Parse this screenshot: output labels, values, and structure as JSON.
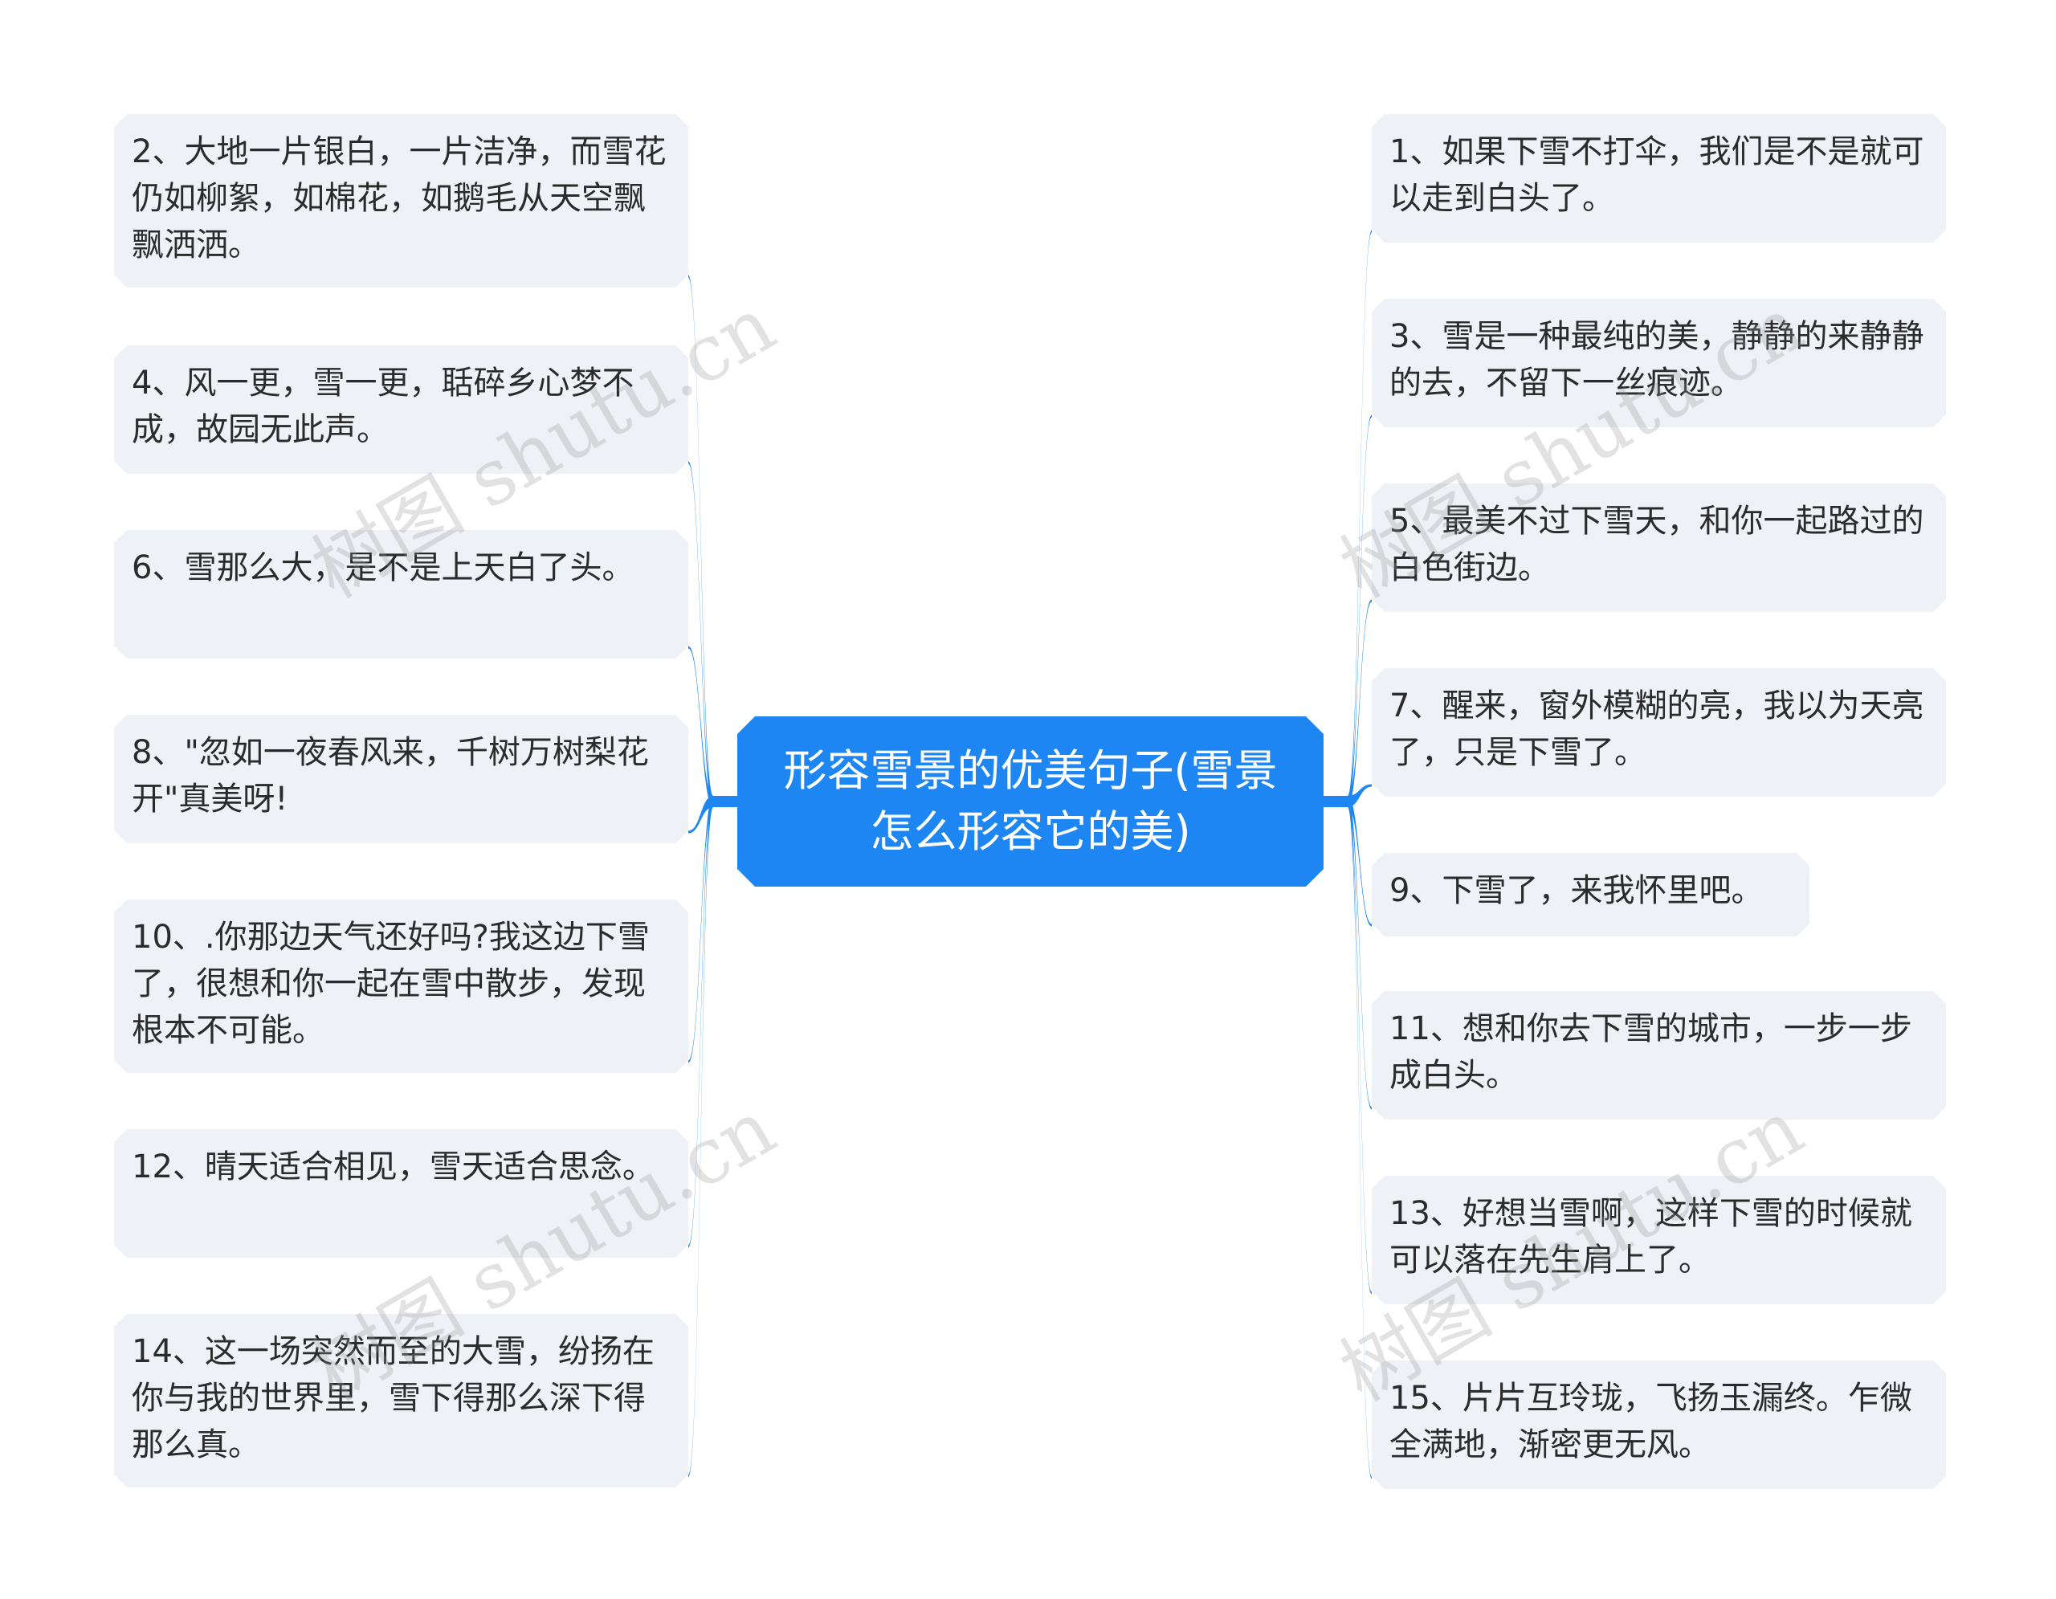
{
  "center": {
    "title": "形容雪景的优美句子(雪景怎么形容它的美)"
  },
  "colors": {
    "accent": "#1e86f2",
    "node_bg": "#eef1f5",
    "text": "#2b2b2b"
  },
  "left_nodes": [
    {
      "id": "n2",
      "text": "2、大地一片银白，一片洁净，而雪花仍如柳絮，如棉花，如鹅毛从天空飘飘洒洒。"
    },
    {
      "id": "n4",
      "text": "4、风一更，雪一更，聒碎乡心梦不成，故园无此声。"
    },
    {
      "id": "n6",
      "text": "6、雪那么大，是不是上天白了头。"
    },
    {
      "id": "n8",
      "text": "8、\"忽如一夜春风来，千树万树梨花开\"真美呀!"
    },
    {
      "id": "n10",
      "text": "10、.你那边天气还好吗?我这边下雪了，很想和你一起在雪中散步，发现根本不可能。"
    },
    {
      "id": "n12",
      "text": "12、晴天适合相见，雪天适合思念。"
    },
    {
      "id": "n14",
      "text": "14、这一场突然而至的大雪，纷扬在你与我的世界里，雪下得那么深下得那么真。"
    }
  ],
  "right_nodes": [
    {
      "id": "n1",
      "text": "1、如果下雪不打伞，我们是不是就可以走到白头了。"
    },
    {
      "id": "n3",
      "text": "3、雪是一种最纯的美，静静的来静静的去，不留下一丝痕迹。"
    },
    {
      "id": "n5",
      "text": "5、最美不过下雪天，和你一起路过的白色街边。"
    },
    {
      "id": "n7",
      "text": "7、醒来，窗外模糊的亮，我以为天亮了，只是下雪了。"
    },
    {
      "id": "n9",
      "text": "9、下雪了，来我怀里吧。"
    },
    {
      "id": "n11",
      "text": "11、想和你去下雪的城市，一步一步成白头。"
    },
    {
      "id": "n13",
      "text": "13、好想当雪啊，这样下雪的时候就可以落在先生肩上了。"
    },
    {
      "id": "n15",
      "text": "15、片片互玲珑，飞扬玉漏终。乍微全满地，渐密更无风。"
    }
  ],
  "watermarks": [
    "树图 shutu.cn",
    "树图 shutu.cn",
    "树图 shutu.cn",
    "树图 shutu.cn"
  ]
}
